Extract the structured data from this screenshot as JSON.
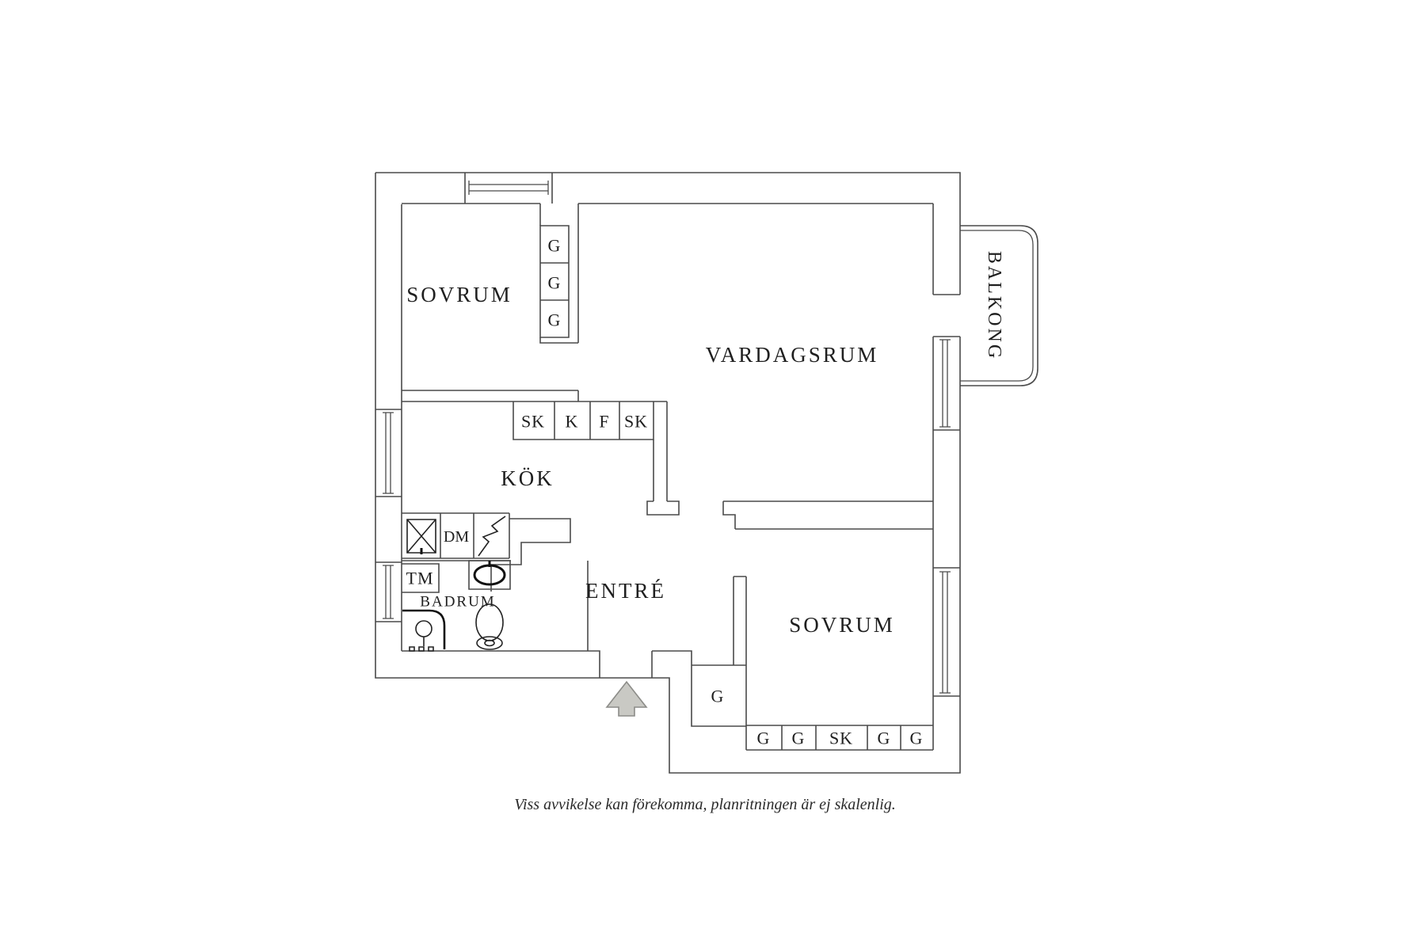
{
  "plan": {
    "rooms": {
      "bedroom1": "SOVRUM",
      "living_room": "VARDAGSRUM",
      "kitchen": "KÖK",
      "entry": "ENTRÉ",
      "bathroom": "BADRUM",
      "bedroom2": "SOVRUM",
      "balcony": "BALKONG"
    },
    "closet_column": [
      "G",
      "G",
      "G"
    ],
    "kitchen_units": [
      "SK",
      "K",
      "F",
      "SK"
    ],
    "hall_closet": "G",
    "bedroom2_closets": [
      "G",
      "G",
      "SK",
      "G",
      "G"
    ],
    "appliances": {
      "dishwasher": "DM",
      "washing_machine": "TM"
    },
    "footer_note": "Viss avvikelse kan förekomma, planritningen är ej skalenlig."
  },
  "colors": {
    "wall": "#4a4a4a",
    "text": "#1f1f1f",
    "arrow-fill": "#c9c9c4",
    "arrow-stroke": "#8c8c88",
    "bg": "#ffffff"
  }
}
